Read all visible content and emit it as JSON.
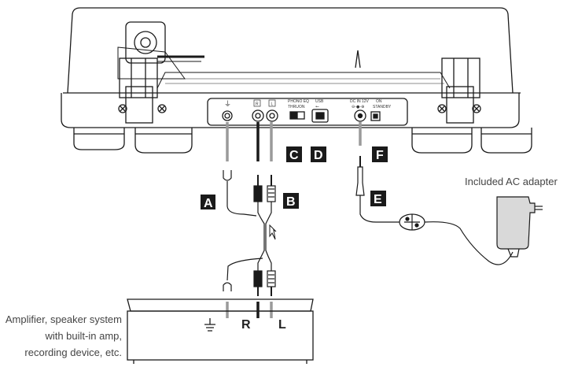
{
  "turntable_panel": {
    "ground_symbol": "⏚",
    "jack_r": "R",
    "jack_l": "L",
    "phono_eq_title": "PHONO EQ",
    "phono_eq_thru": "THRU",
    "phono_eq_on": "ON",
    "usb_title": "USB",
    "dc_in_label": "DC IN 12V",
    "power_on_label": "ON",
    "power_standby_label": "STANDBY"
  },
  "callouts": {
    "a": "A",
    "b": "B",
    "c": "C",
    "d": "D",
    "e": "E",
    "f": "F"
  },
  "adapter_label": "Included AC adapter",
  "amplifier": {
    "line1": "Amplifier, speaker system",
    "line2": "with built-in amp,",
    "line3": "recording device, etc.",
    "terminal_r": "R",
    "terminal_l": "L"
  },
  "colors": {
    "line": "#1a1a1a",
    "callout_bg": "#1a1a1a",
    "cable_gray": "#9a9a9a"
  }
}
